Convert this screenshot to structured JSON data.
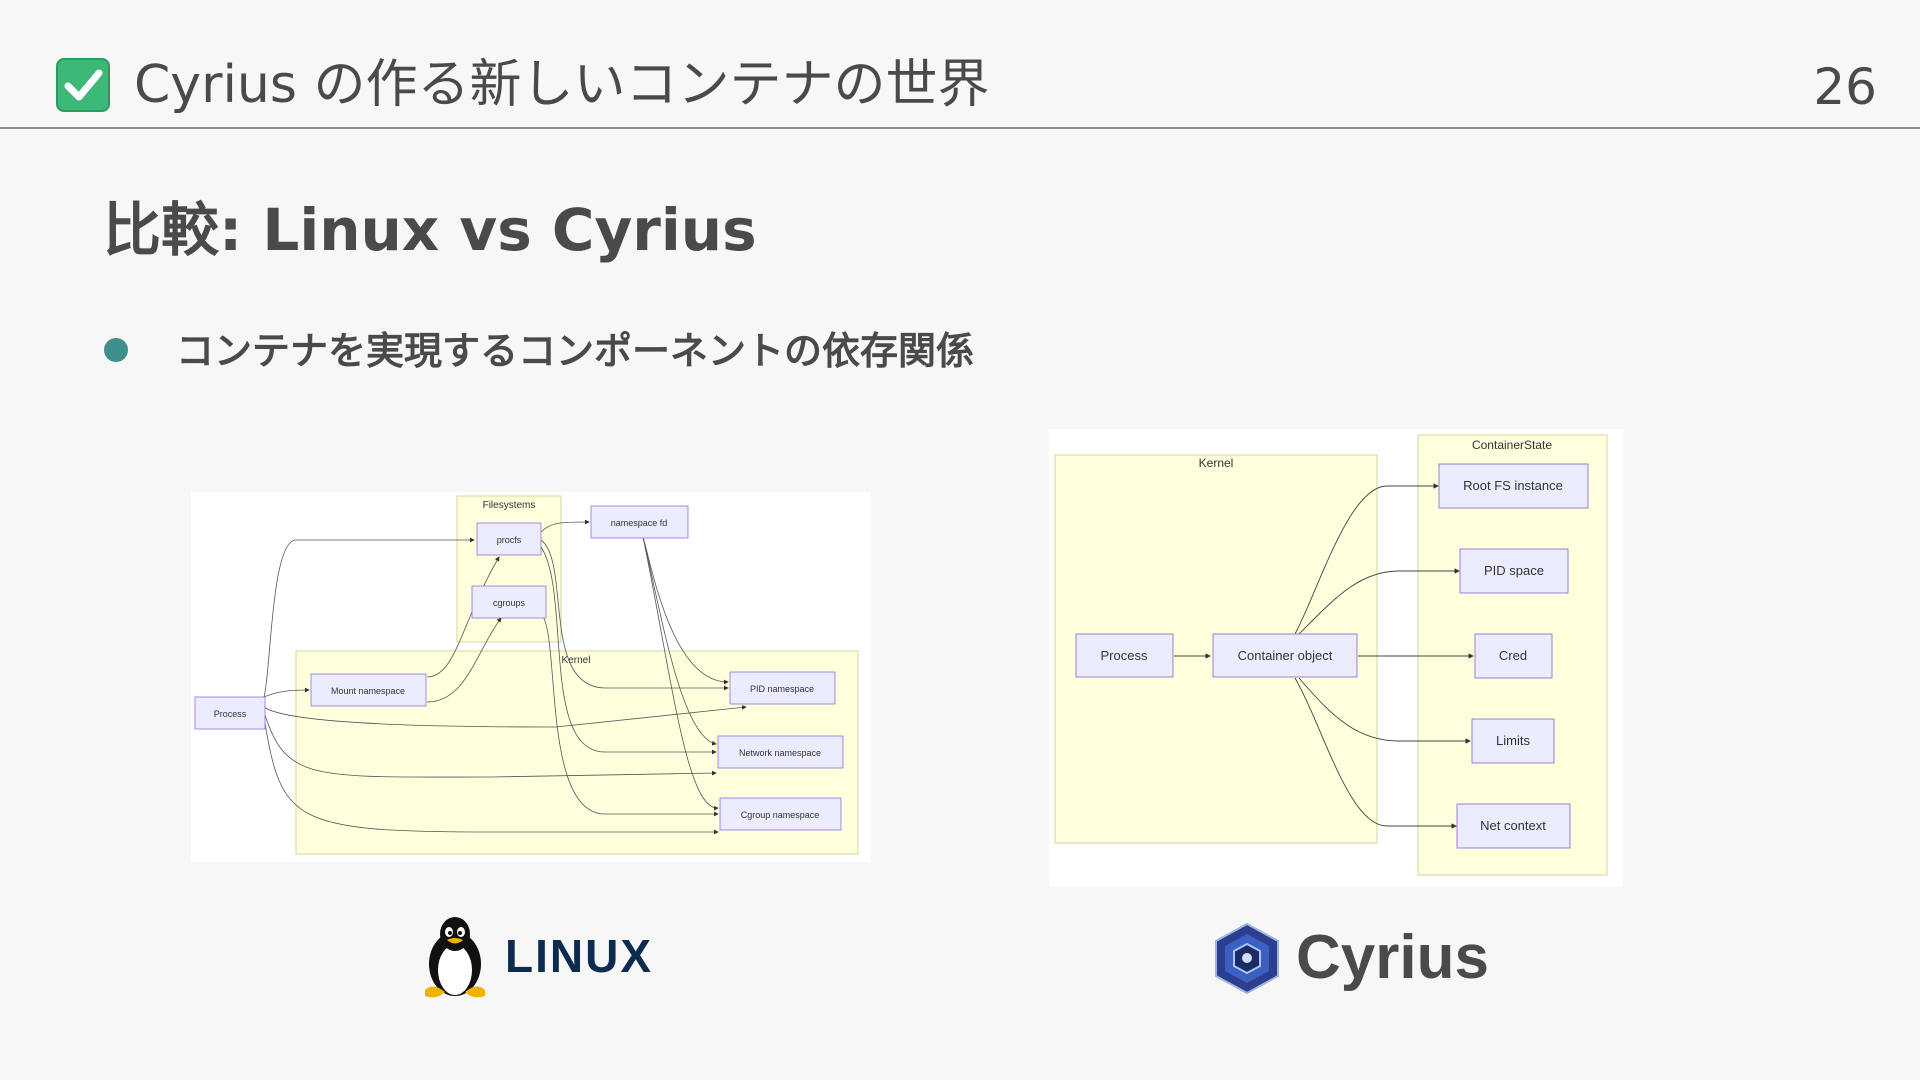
{
  "header": {
    "icon": "check-mark-icon",
    "title": "Cyrius の作る新しいコンテナの世界",
    "page_number": "26"
  },
  "slide": {
    "title": "比較: Linux vs Cyrius",
    "bullet": "コンテナを実現するコンポーネントの依存関係"
  },
  "linux_diagram": {
    "groups": {
      "filesystems": "Filesystems",
      "kernel": "Kernel"
    },
    "nodes": {
      "process": "Process",
      "mount_namespace": "Mount namespace",
      "procfs": "procfs",
      "cgroups": "cgroups",
      "namespace_fd": "namespace fd",
      "pid_namespace": "PID namespace",
      "network_namespace": "Network namespace",
      "cgroup_namespace": "Cgroup namespace"
    }
  },
  "cyrius_diagram": {
    "groups": {
      "kernel": "Kernel",
      "container_state": "ContainerState"
    },
    "nodes": {
      "process": "Process",
      "container_object": "Container object",
      "root_fs": "Root FS instance",
      "pid_space": "PID space",
      "cred": "Cred",
      "limits": "Limits",
      "net_context": "Net context"
    }
  },
  "logos": {
    "linux": {
      "icon": "tux-penguin-icon",
      "wordmark": "LINUX"
    },
    "cyrius": {
      "icon": "cyrius-cube-icon",
      "wordmark": "Cyrius"
    }
  },
  "colors": {
    "accent_check": "#3cb878",
    "bullet": "#3f8f8c",
    "group_fill": "#ffffde",
    "group_stroke": "#d4d49a",
    "node_fill": "#ececff",
    "node_stroke": "#9370db",
    "linux_wordmark": "#0d2b4e"
  }
}
